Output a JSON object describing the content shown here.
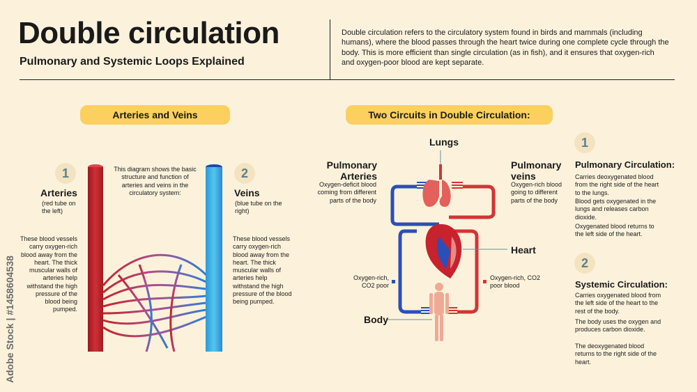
{
  "header": {
    "title": "Double circulation",
    "subtitle": "Pulmonary and Systemic Loops Explained",
    "intro": "Double circulation refers to the circulatory system found in birds and mammals (including humans), where the blood passes through the heart twice during one complete cycle through the body. This is more efficient than single circulation (as in fish), and it ensures that oxygen-rich and oxygen-poor blood are kept separate."
  },
  "left_panel": {
    "heading": "Arteries and Veins",
    "center_note": "This diagram shows the basic structure and function of arteries and veins in the circulatory system:",
    "arteries": {
      "number": "1",
      "title": "Arteries",
      "note": "(red tube on the left)",
      "description": "These blood vessels carry oxygen-rich blood away from the heart. The thick muscular walls of arteries help withstand the high pressure of the blood being pumped."
    },
    "veins": {
      "number": "2",
      "title": "Veins",
      "note": "(blue tube on the right)",
      "description": "These blood vessels carry oxygen-rich blood away from the heart. The thick muscular walls of arteries help withstand the high pressure of the blood being pumped."
    }
  },
  "right_panel": {
    "heading": "Two Circuits in Double Circulation:",
    "diagram": {
      "lungs": "Lungs",
      "heart": "Heart",
      "body": "Body",
      "pulmonary_arteries": {
        "title": "Pulmonary Arteries",
        "note": "Oxygen-deficit blood coming from different parts of the body"
      },
      "pulmonary_veins": {
        "title": "Pulmonary veins",
        "note": "Oxygen-rich blood going to different parts of the body"
      },
      "legend_blue": "Oxygen-rich, CO2 poor",
      "legend_red": "Oxygen-rich, CO2 poor blood"
    },
    "pulmonary": {
      "number": "1",
      "title": "Pulmonary Circulation:",
      "points": [
        "Carries deoxygenated blood from the right side of the heart to the lungs.",
        "Blood gets oxygenated in the lungs and releases carbon dioxide.",
        "Oxygenated blood returns to the left side of the heart."
      ]
    },
    "systemic": {
      "number": "2",
      "title": "Systemic Circulation:",
      "points": [
        "Carries oxygenated blood from the left side of the heart to the rest of the body.",
        "The body uses the oxygen and produces carbon dioxide.",
        "The deoxygenated blood returns to the right side of the heart."
      ]
    }
  },
  "watermark": {
    "text": "Adobe Stock | #1458604538"
  },
  "colors": {
    "background": "#fcf2dc",
    "accent": "#fcd05e",
    "artery_red": "#c0262c",
    "vein_blue": "#2a7fd6",
    "number_text": "#5b7f8a"
  }
}
